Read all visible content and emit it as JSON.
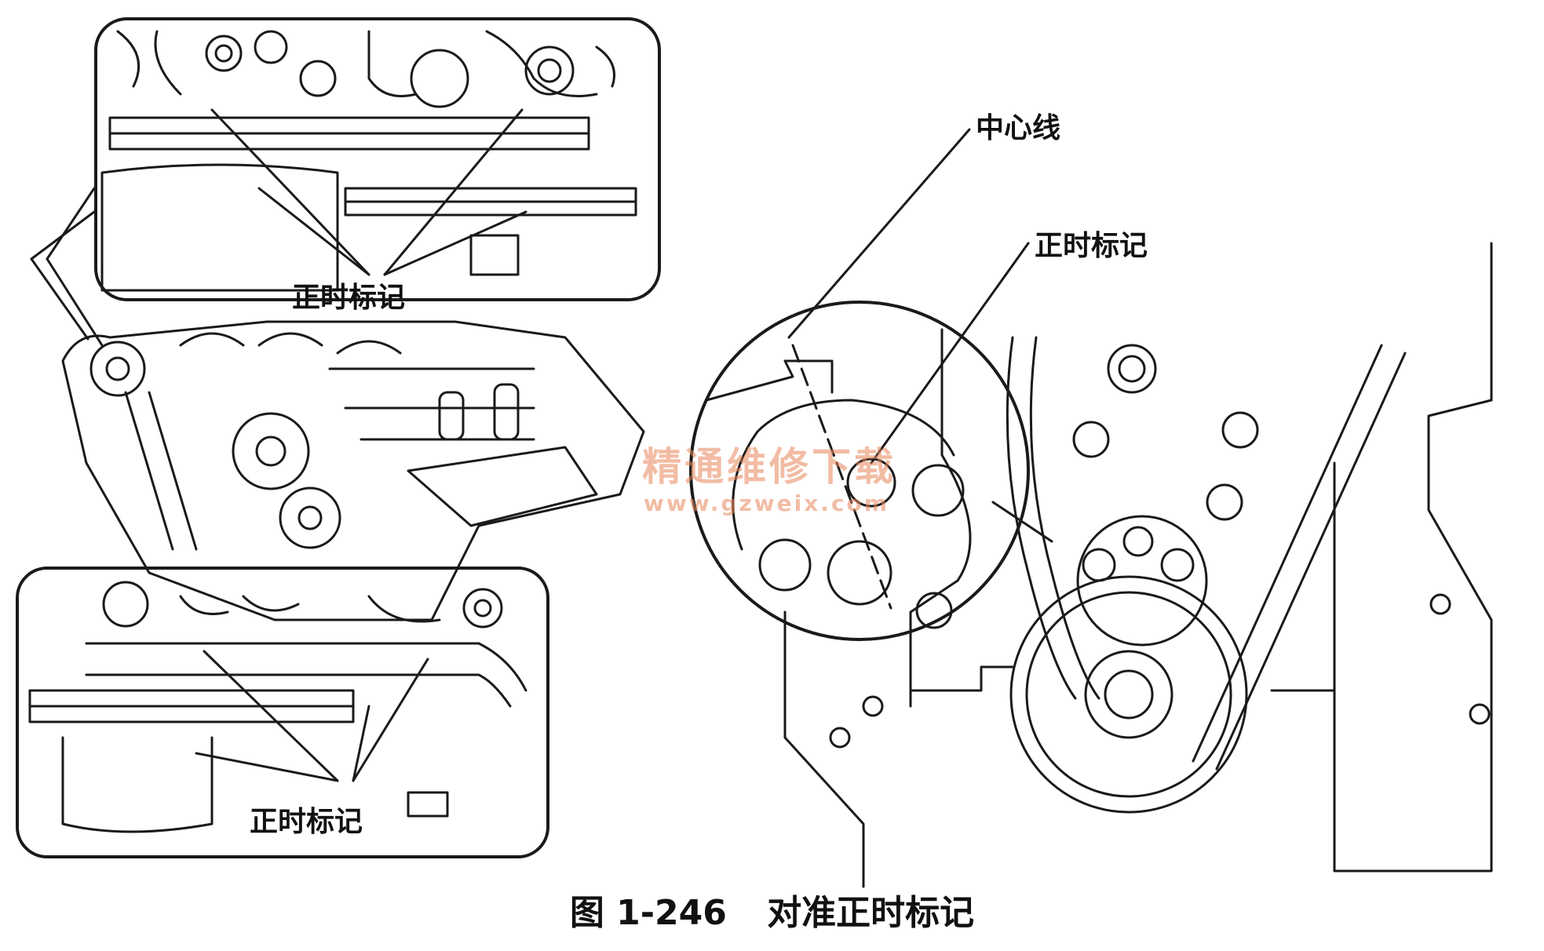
{
  "labels": {
    "timing_mark_top": "正时标记",
    "timing_mark_bottom": "正时标记",
    "center_line": "中心线",
    "timing_mark_right": "正时标记"
  },
  "watermark": {
    "title": "精通维修下载",
    "url": "www.gzweix.com"
  },
  "caption": {
    "figure_number": "图 1-246",
    "title": "对准正时标记"
  },
  "colors": {
    "line": "#1a1a1a",
    "watermark": "#e8875a",
    "background": "#ffffff"
  }
}
